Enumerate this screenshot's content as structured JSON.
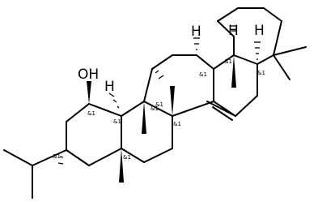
{
  "molecule": {
    "atoms": {
      "hydroxyl": "OH",
      "h_top_left": "H",
      "h_top_right": "H",
      "h_mid": "H"
    },
    "stereo_mark": "&1"
  }
}
